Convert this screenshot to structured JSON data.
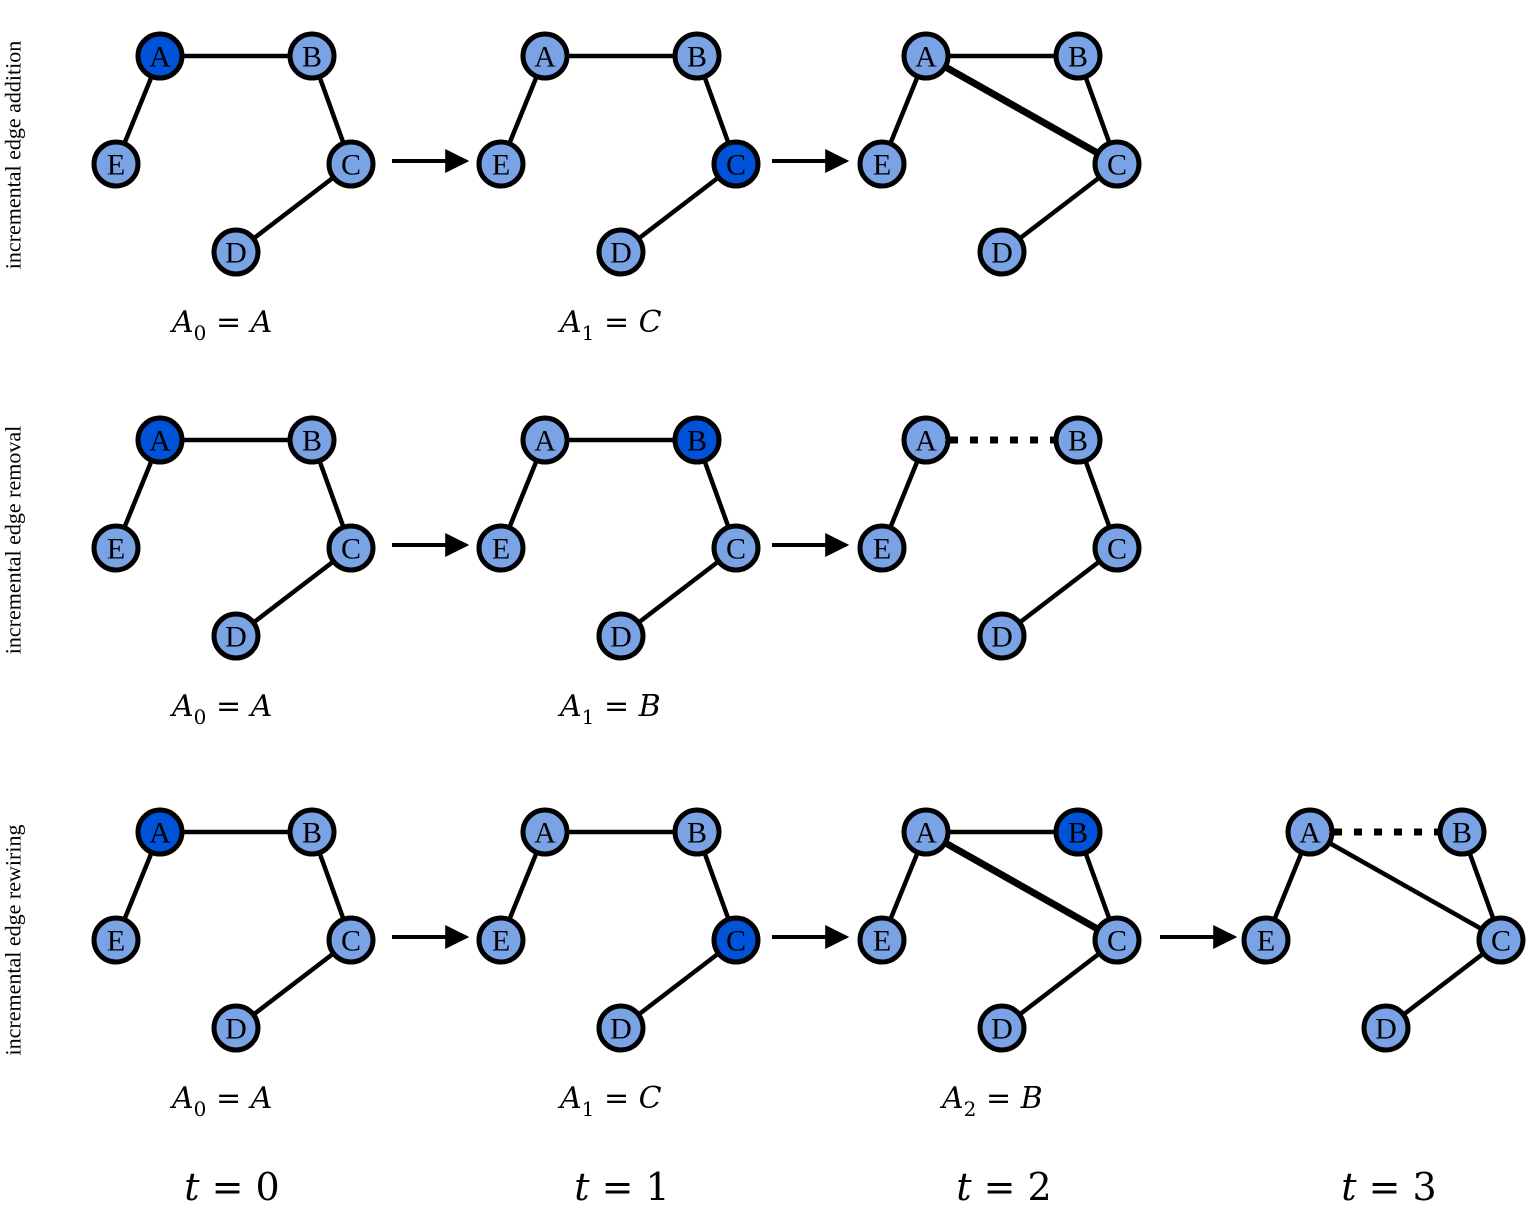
{
  "colors": {
    "node_fill": "#7aa3e5",
    "node_active_fill": "#0052d9",
    "edge": "#000000",
    "added_edge": "#55a020",
    "removed_edge": "#c8282a"
  },
  "rows": [
    {
      "label": "incremental edge addition",
      "panels": [
        {
          "active": "A",
          "edges": [
            [
              "A",
              "B"
            ],
            [
              "A",
              "E"
            ],
            [
              "B",
              "C"
            ],
            [
              "C",
              "D"
            ]
          ],
          "added": [],
          "removed": [],
          "annotation": {
            "base": "A",
            "sub": "0",
            "value": "A"
          }
        },
        {
          "active": "C",
          "edges": [
            [
              "A",
              "B"
            ],
            [
              "A",
              "E"
            ],
            [
              "B",
              "C"
            ],
            [
              "C",
              "D"
            ]
          ],
          "added": [],
          "removed": [],
          "annotation": {
            "base": "A",
            "sub": "1",
            "value": "C"
          }
        },
        {
          "active": "",
          "edges": [
            [
              "A",
              "B"
            ],
            [
              "A",
              "E"
            ],
            [
              "B",
              "C"
            ],
            [
              "C",
              "D"
            ]
          ],
          "added": [
            [
              "A",
              "C"
            ]
          ],
          "removed": [],
          "annotation": null
        }
      ]
    },
    {
      "label": "incremental edge removal",
      "panels": [
        {
          "active": "A",
          "edges": [
            [
              "A",
              "B"
            ],
            [
              "A",
              "E"
            ],
            [
              "B",
              "C"
            ],
            [
              "C",
              "D"
            ]
          ],
          "added": [],
          "removed": [],
          "annotation": {
            "base": "A",
            "sub": "0",
            "value": "A"
          }
        },
        {
          "active": "B",
          "edges": [
            [
              "A",
              "B"
            ],
            [
              "A",
              "E"
            ],
            [
              "B",
              "C"
            ],
            [
              "C",
              "D"
            ]
          ],
          "added": [],
          "removed": [],
          "annotation": {
            "base": "A",
            "sub": "1",
            "value": "B"
          }
        },
        {
          "active": "",
          "edges": [
            [
              "A",
              "E"
            ],
            [
              "B",
              "C"
            ],
            [
              "C",
              "D"
            ]
          ],
          "added": [],
          "removed": [
            [
              "A",
              "B"
            ]
          ],
          "annotation": null
        }
      ]
    },
    {
      "label": "incremental edge rewiring",
      "panels": [
        {
          "active": "A",
          "edges": [
            [
              "A",
              "B"
            ],
            [
              "A",
              "E"
            ],
            [
              "B",
              "C"
            ],
            [
              "C",
              "D"
            ]
          ],
          "added": [],
          "removed": [],
          "annotation": {
            "base": "A",
            "sub": "0",
            "value": "A"
          }
        },
        {
          "active": "C",
          "edges": [
            [
              "A",
              "B"
            ],
            [
              "A",
              "E"
            ],
            [
              "B",
              "C"
            ],
            [
              "C",
              "D"
            ]
          ],
          "added": [],
          "removed": [],
          "annotation": {
            "base": "A",
            "sub": "1",
            "value": "C"
          }
        },
        {
          "active": "B",
          "edges": [
            [
              "A",
              "B"
            ],
            [
              "A",
              "E"
            ],
            [
              "B",
              "C"
            ],
            [
              "C",
              "D"
            ]
          ],
          "added": [
            [
              "A",
              "C"
            ]
          ],
          "removed": [],
          "annotation": {
            "base": "A",
            "sub": "2",
            "value": "B"
          }
        },
        {
          "active": "",
          "edges": [
            [
              "A",
              "C"
            ],
            [
              "A",
              "E"
            ],
            [
              "B",
              "C"
            ],
            [
              "C",
              "D"
            ]
          ],
          "added": [],
          "removed": [
            [
              "A",
              "B"
            ]
          ],
          "annotation": null
        }
      ]
    }
  ],
  "time_labels": [
    {
      "var": "t",
      "value": "0"
    },
    {
      "var": "t",
      "value": "1"
    },
    {
      "var": "t",
      "value": "2"
    },
    {
      "var": "t",
      "value": "3"
    }
  ]
}
